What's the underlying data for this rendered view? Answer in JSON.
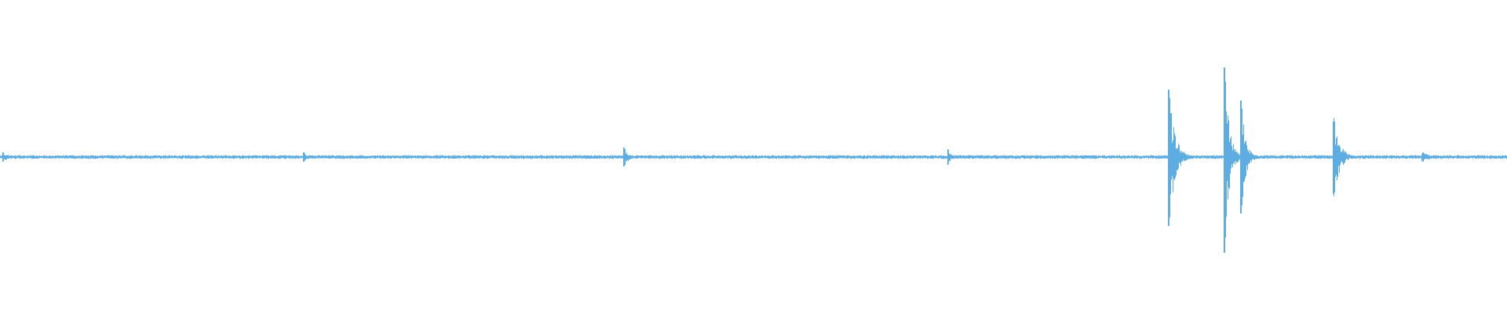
{
  "waveform": {
    "color": "#5dade2",
    "background": "#ffffff",
    "baseline_amplitude": 0.012,
    "bursts": [
      {
        "position": 0.002,
        "peak_up": 0.03,
        "peak_down": 0.03,
        "decay": 0.004
      },
      {
        "position": 0.2015,
        "peak_up": 0.03,
        "peak_down": 0.03,
        "decay": 0.002
      },
      {
        "position": 0.414,
        "peak_up": 0.06,
        "peak_down": 0.06,
        "decay": 0.003
      },
      {
        "position": 0.629,
        "peak_up": 0.05,
        "peak_down": 0.05,
        "decay": 0.002
      },
      {
        "position": 0.7755,
        "peak_up": 0.43,
        "peak_down": 0.44,
        "decay": 0.004
      },
      {
        "position": 0.8125,
        "peak_up": 0.57,
        "peak_down": 0.61,
        "decay": 0.003
      },
      {
        "position": 0.8235,
        "peak_up": 0.36,
        "peak_down": 0.36,
        "decay": 0.003
      },
      {
        "position": 0.885,
        "peak_up": 0.25,
        "peak_down": 0.25,
        "decay": 0.004
      },
      {
        "position": 0.944,
        "peak_up": 0.03,
        "peak_down": 0.03,
        "decay": 0.006
      }
    ]
  }
}
